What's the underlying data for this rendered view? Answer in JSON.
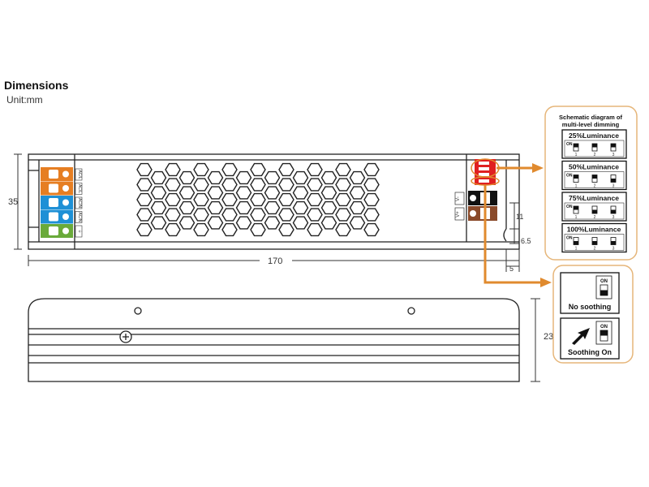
{
  "header": {
    "title": "Dimensions",
    "unit": "Unit:mm"
  },
  "dimensions": {
    "height": "35",
    "length": "170",
    "mount_offset": "11",
    "slot": "6.5",
    "edge": "5",
    "depth": "23"
  },
  "terminals": {
    "input": [
      {
        "label": "AC/L",
        "color": "#e67e22"
      },
      {
        "label": "AC/L",
        "color": "#e67e22"
      },
      {
        "label": "AC/N",
        "color": "#1e90d6"
      },
      {
        "label": "AC/N",
        "color": "#1e90d6"
      },
      {
        "label": "⏚",
        "color": "#6aaa3a"
      }
    ],
    "output": [
      {
        "label": "V-",
        "color": "#111111"
      },
      {
        "label": "V+",
        "color": "#8a4a2a"
      }
    ]
  },
  "dimming_panel": {
    "title_line1": "Schematic diagram of",
    "title_line2": "multi-level dimming",
    "on_label": "ON",
    "switch_numbers": [
      "1",
      "2",
      "3"
    ],
    "levels": [
      {
        "label": "25%Luminance",
        "states": [
          "on",
          "on",
          "on"
        ]
      },
      {
        "label": "50%Luminance",
        "states": [
          "on",
          "on",
          "off"
        ]
      },
      {
        "label": "75%Luminance",
        "states": [
          "on",
          "off",
          "off"
        ]
      },
      {
        "label": "100%Luminance",
        "states": [
          "off",
          "off",
          "off"
        ]
      }
    ]
  },
  "soothing_panel": {
    "on_label": "ON",
    "options": [
      {
        "label": "No soothing",
        "state": "off"
      },
      {
        "label": "Soothing On",
        "state": "on"
      }
    ]
  },
  "colors": {
    "accent": "#e08a2e",
    "panel_border": "#e6b67a",
    "dip": "#e02020"
  }
}
